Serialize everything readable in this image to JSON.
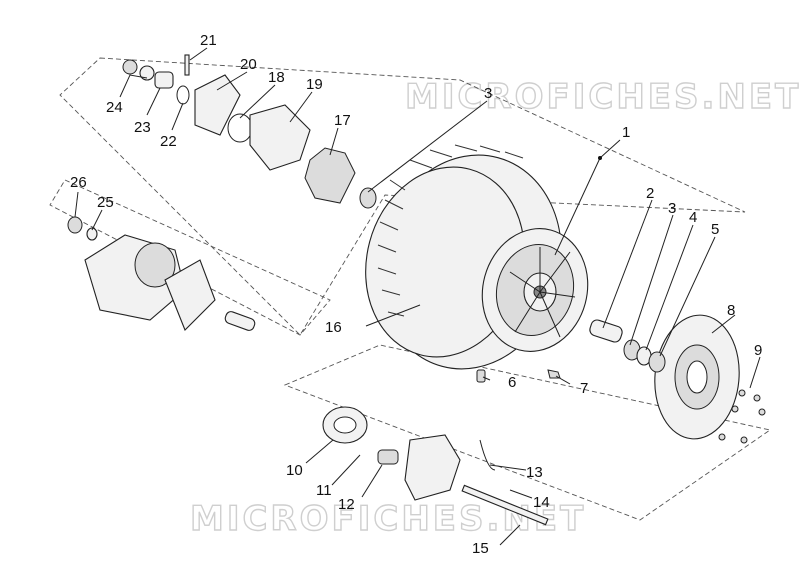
{
  "watermark": "MICROFICHES.NET",
  "callouts": {
    "n1": "1",
    "n2": "2",
    "n3a": "3",
    "n3b": "3",
    "n4": "4",
    "n5": "5",
    "n6": "6",
    "n7": "7",
    "n8": "8",
    "n9": "9",
    "n10": "10",
    "n11": "11",
    "n12": "12",
    "n13": "13",
    "n14": "14",
    "n15": "15",
    "n16": "16",
    "n17": "17",
    "n18": "18",
    "n19": "19",
    "n20": "20",
    "n21": "21",
    "n22": "22",
    "n23": "23",
    "n24": "24",
    "n25": "25",
    "n26": "26"
  }
}
